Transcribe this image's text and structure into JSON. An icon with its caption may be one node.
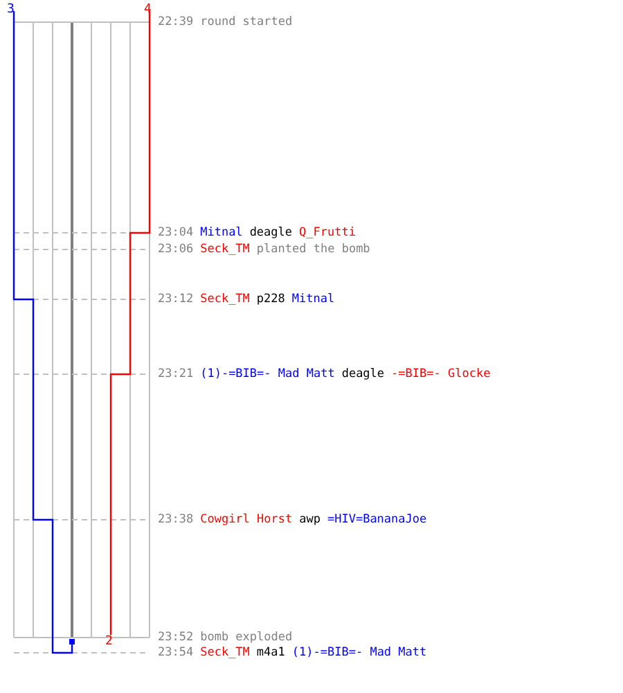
{
  "diagram": {
    "labels": [
      "3",
      "4",
      "22:39",
      "round started",
      "23:04",
      "Mitnal",
      "deagle",
      "Q_Frutti",
      "23:06",
      "Seck_TM",
      "planted the bomb",
      "23:12",
      "Seck_TM",
      "p228",
      "Mitnal",
      "23:21",
      "(1)-=BIB=- Mad Matt",
      "deagle",
      "-=BIB=- Glocke",
      "23:38",
      "Cowgirl Horst",
      "awp",
      "=HIV=BananaJoe",
      "2",
      "23:52",
      "bomb exploded",
      "23:54",
      "Seck_TM",
      "m4a1",
      "(1)-=BIB=- Mad Matt"
    ]
  }
}
